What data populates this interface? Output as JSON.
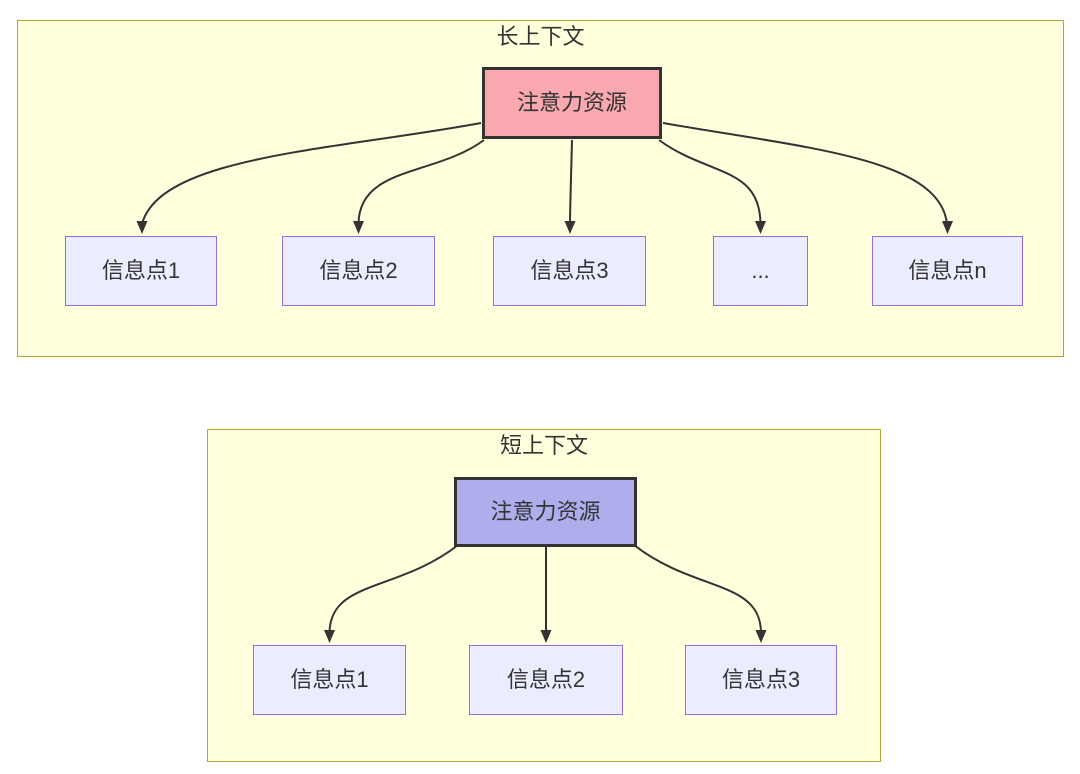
{
  "diagrams": [
    {
      "title": "长上下文",
      "root_label": "注意力资源",
      "children": [
        "信息点1",
        "信息点2",
        "信息点3",
        "...",
        "信息点n"
      ]
    },
    {
      "title": "短上下文",
      "root_label": "注意力资源",
      "children": [
        "信息点1",
        "信息点2",
        "信息点3"
      ]
    }
  ],
  "colors": {
    "subgraph_fill": "#ffffde",
    "subgraph_border": "#aaaa33",
    "info_node_fill": "#ececff",
    "info_node_border": "#9370db",
    "long_root_fill": "#f9a8b0",
    "short_root_fill": "#aeaeec",
    "node_border": "#333333",
    "edge": "#333333",
    "text": "#333333"
  }
}
